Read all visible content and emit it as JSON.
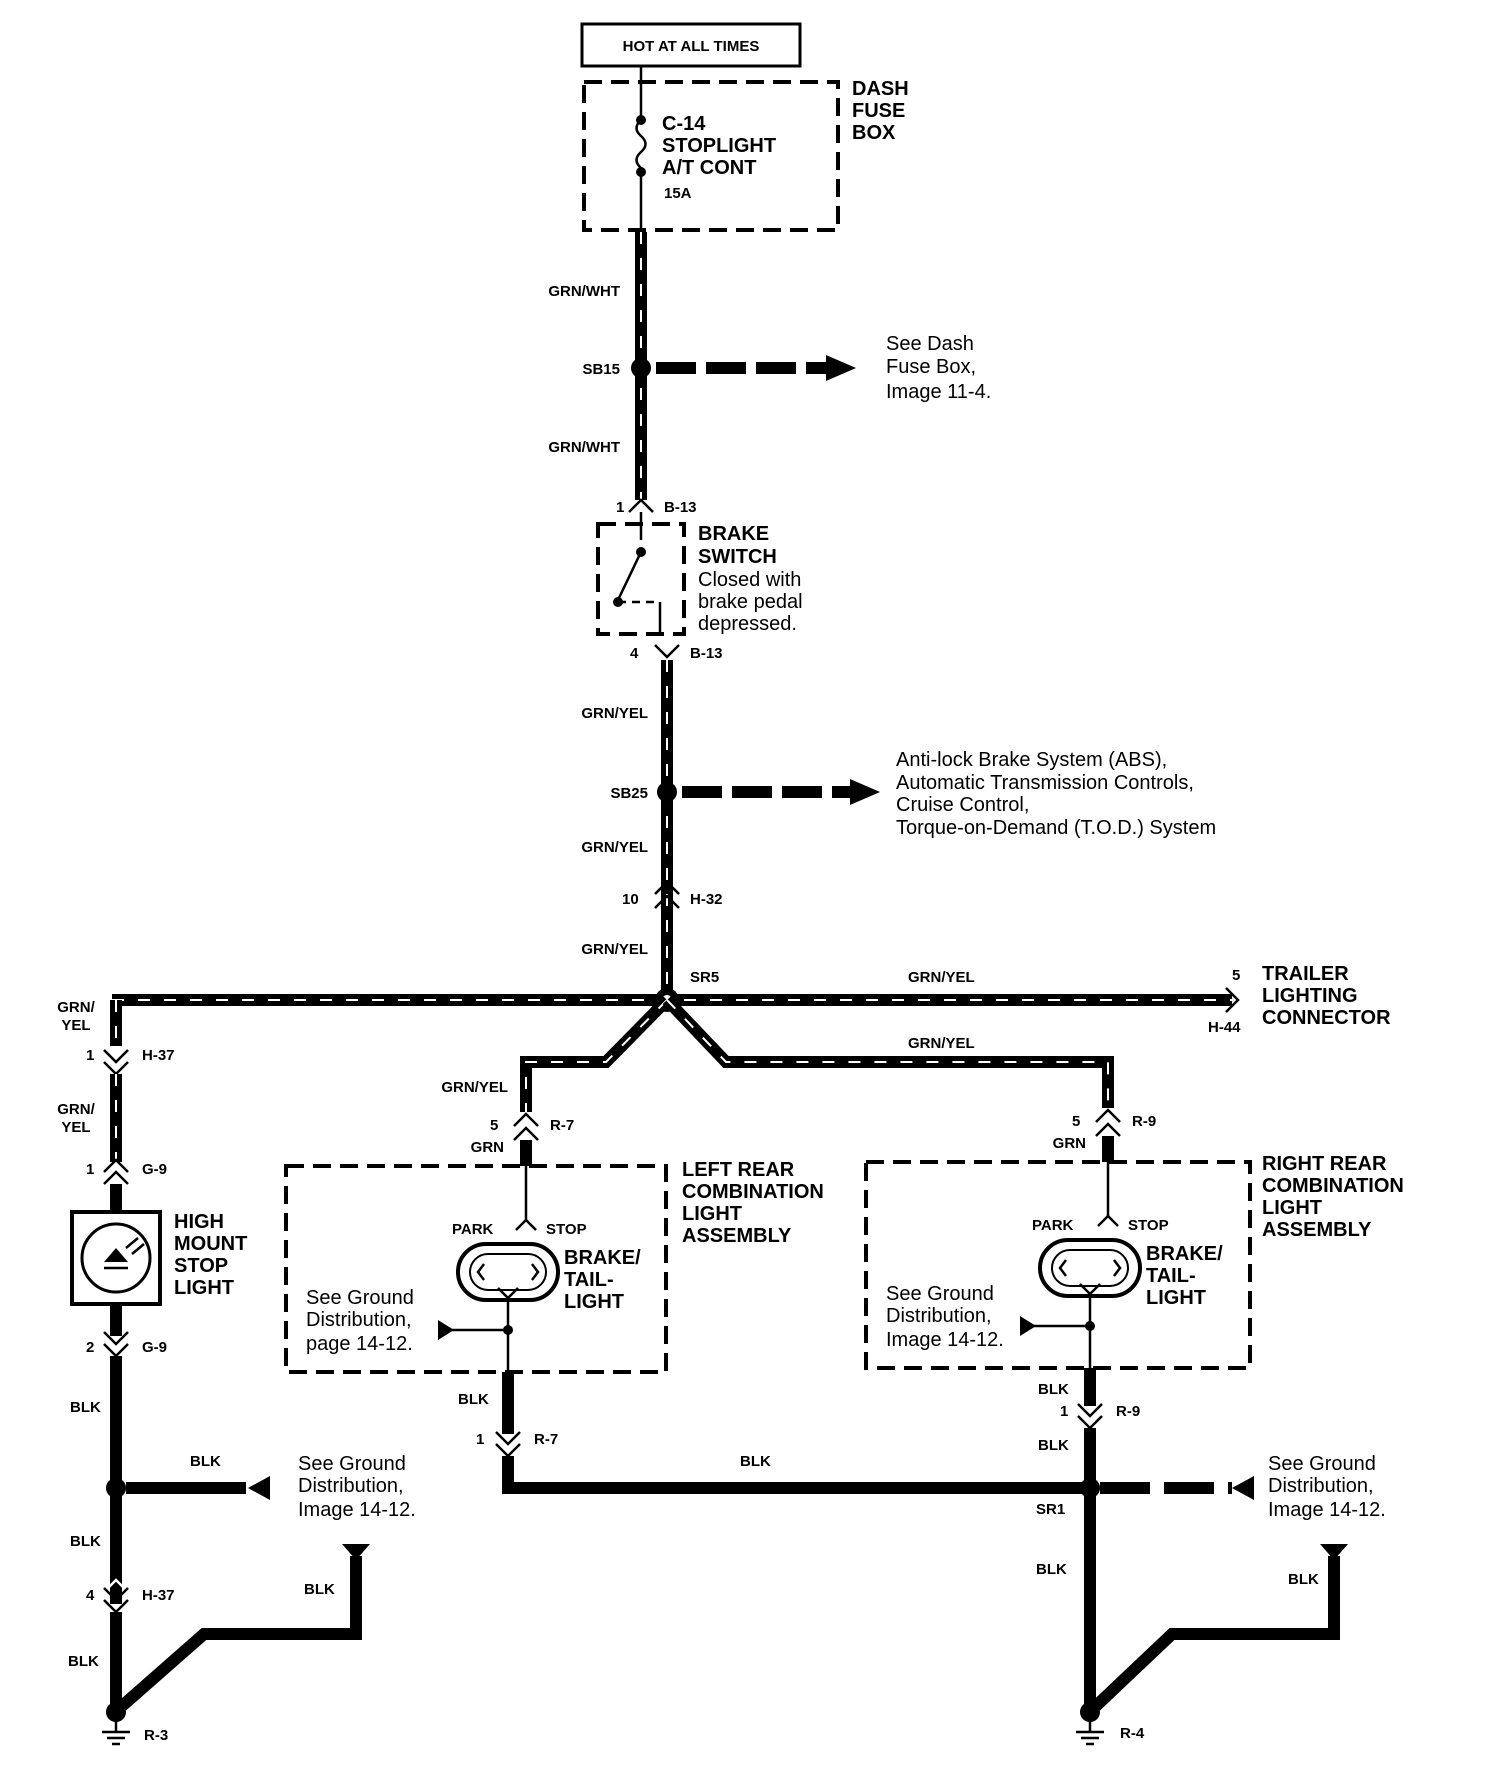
{
  "supply": {
    "label": "HOT AT ALL TIMES"
  },
  "fuse_box": {
    "title": [
      "DASH",
      "FUSE",
      "BOX"
    ],
    "fuse_id": "C-14",
    "fuse_name": [
      "STOPLIGHT",
      "A/T CONT"
    ],
    "rating": "15A"
  },
  "wires": {
    "grn_wht": "GRN/WHT",
    "grn_yel": "GRN/YEL",
    "grn": "GRN",
    "blk": "BLK",
    "grn_yel_split": [
      "GRN/",
      "YEL"
    ]
  },
  "splices": {
    "sb15": "SB15",
    "sb25": "SB25",
    "sr5": "SR5",
    "sr1": "SR1"
  },
  "refs": {
    "dash_fuse": [
      "See Dash",
      "Fuse Box,",
      "Image 11-4."
    ],
    "downstream": [
      "Anti-lock Brake System (ABS),",
      "Automatic Transmission Controls,",
      "Cruise Control,",
      "Torque-on-Demand (T.O.D.) System"
    ],
    "ground_left_assy": [
      "See Ground",
      "Distribution,",
      "page 14-12."
    ],
    "ground_right_assy": [
      "See Ground",
      "Distribution,",
      "Image 14-12."
    ],
    "ground_left": [
      "See Ground",
      "Distribution,",
      "Image 14-12."
    ],
    "ground_right": [
      "See Ground",
      "Distribution,",
      "Image 14-12."
    ]
  },
  "brake_switch": {
    "title": [
      "BRAKE",
      "SWITCH"
    ],
    "note": [
      "Closed with",
      "brake pedal",
      "depressed."
    ]
  },
  "connectors": {
    "b13": "B-13",
    "h32": "H-32",
    "h37": "H-37",
    "g9": "G-9",
    "r7": "R-7",
    "r9": "R-9",
    "h44": "H-44",
    "r3": "R-3",
    "r4": "R-4"
  },
  "pins": {
    "p1": "1",
    "p2": "2",
    "p4": "4",
    "p5": "5",
    "p10": "10"
  },
  "trailer": {
    "title": [
      "TRAILER",
      "LIGHTING",
      "CONNECTOR"
    ]
  },
  "high_mount": {
    "title": [
      "HIGH",
      "MOUNT",
      "STOP",
      "LIGHT"
    ]
  },
  "left_assy": {
    "title": [
      "LEFT REAR",
      "COMBINATION",
      "LIGHT",
      "ASSEMBLY"
    ]
  },
  "right_assy": {
    "title": [
      "RIGHT REAR",
      "COMBINATION",
      "LIGHT",
      "ASSEMBLY"
    ]
  },
  "bulb": {
    "park": "PARK",
    "stop": "STOP",
    "title": [
      "BRAKE/",
      "TAIL-",
      "LIGHT"
    ]
  }
}
